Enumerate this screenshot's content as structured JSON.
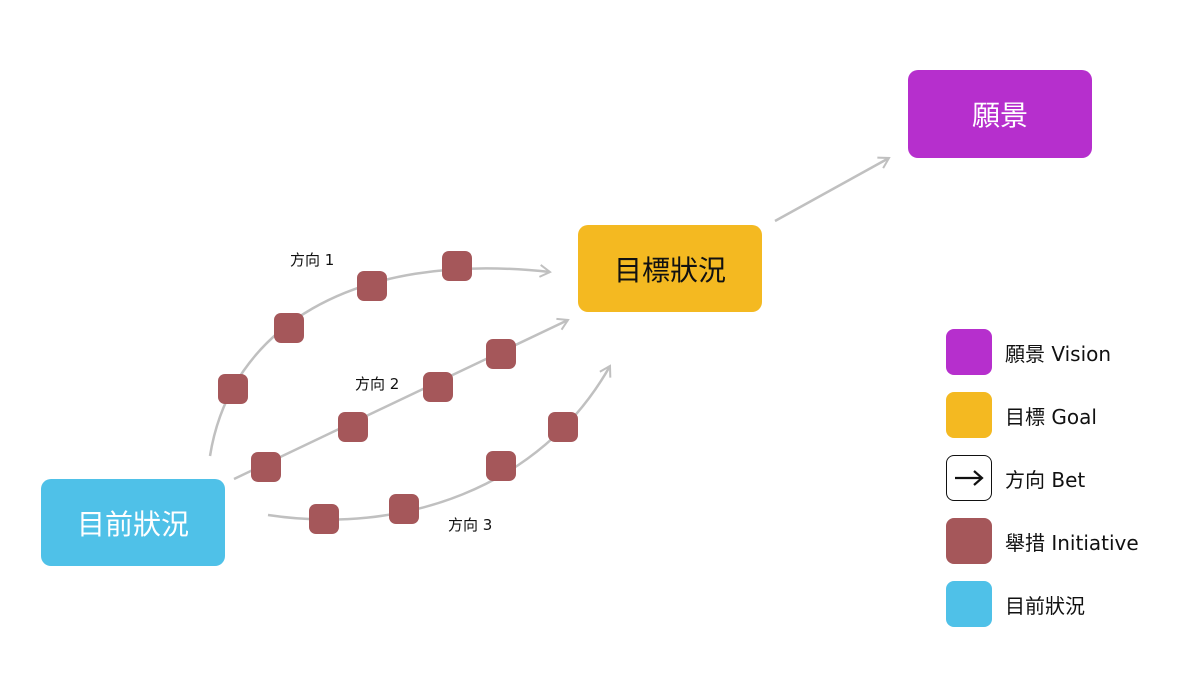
{
  "nodes": {
    "vision": "願景",
    "goal": "目標狀況",
    "current": "目前狀況"
  },
  "directions": [
    {
      "label": "方向 1"
    },
    {
      "label": "方向 2"
    },
    {
      "label": "方向 3"
    }
  ],
  "legend": [
    {
      "label": "願景 Vision",
      "color": "#b62fcd"
    },
    {
      "label": "目標 Goal",
      "color": "#f4b921"
    },
    {
      "label": "方向 Bet",
      "icon": "right-arrow-icon"
    },
    {
      "label": "舉措 Initiative",
      "color": "#a5575a"
    },
    {
      "label": "目前狀況",
      "color": "#4fc1e8"
    }
  ],
  "colors": {
    "vision": "#b62fcd",
    "goal": "#f4b921",
    "initiative": "#a5575a",
    "current": "#4fc1e8",
    "arrow": "#c0c0c0"
  }
}
